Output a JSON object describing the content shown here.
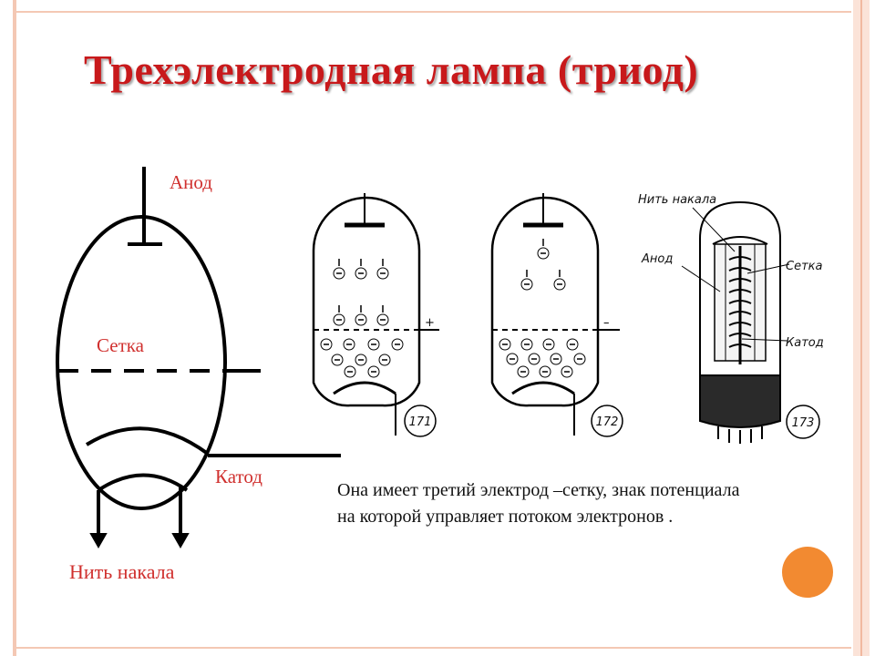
{
  "title": "Трехэлектродная лампа (триод)",
  "labels": {
    "anode": "Анод",
    "grid": "Сетка",
    "cathode": "Катод",
    "filament": "Нить накала"
  },
  "description": "Она имеет третий электрод –сетку, знак потенциала на которой управляет потоком электронов .",
  "figures": {
    "fig1_number": "171",
    "fig1_sign": "+",
    "fig2_number": "172",
    "fig2_sign": "–",
    "fig3_number": "173",
    "fig3_filament": "Нить накала",
    "fig3_anode": "Анод",
    "fig3_grid": "Сетка",
    "fig3_cathode": "Катод"
  },
  "colors": {
    "title": "#c8191b",
    "labels": "#d0302e",
    "accent": "#f28a31"
  }
}
